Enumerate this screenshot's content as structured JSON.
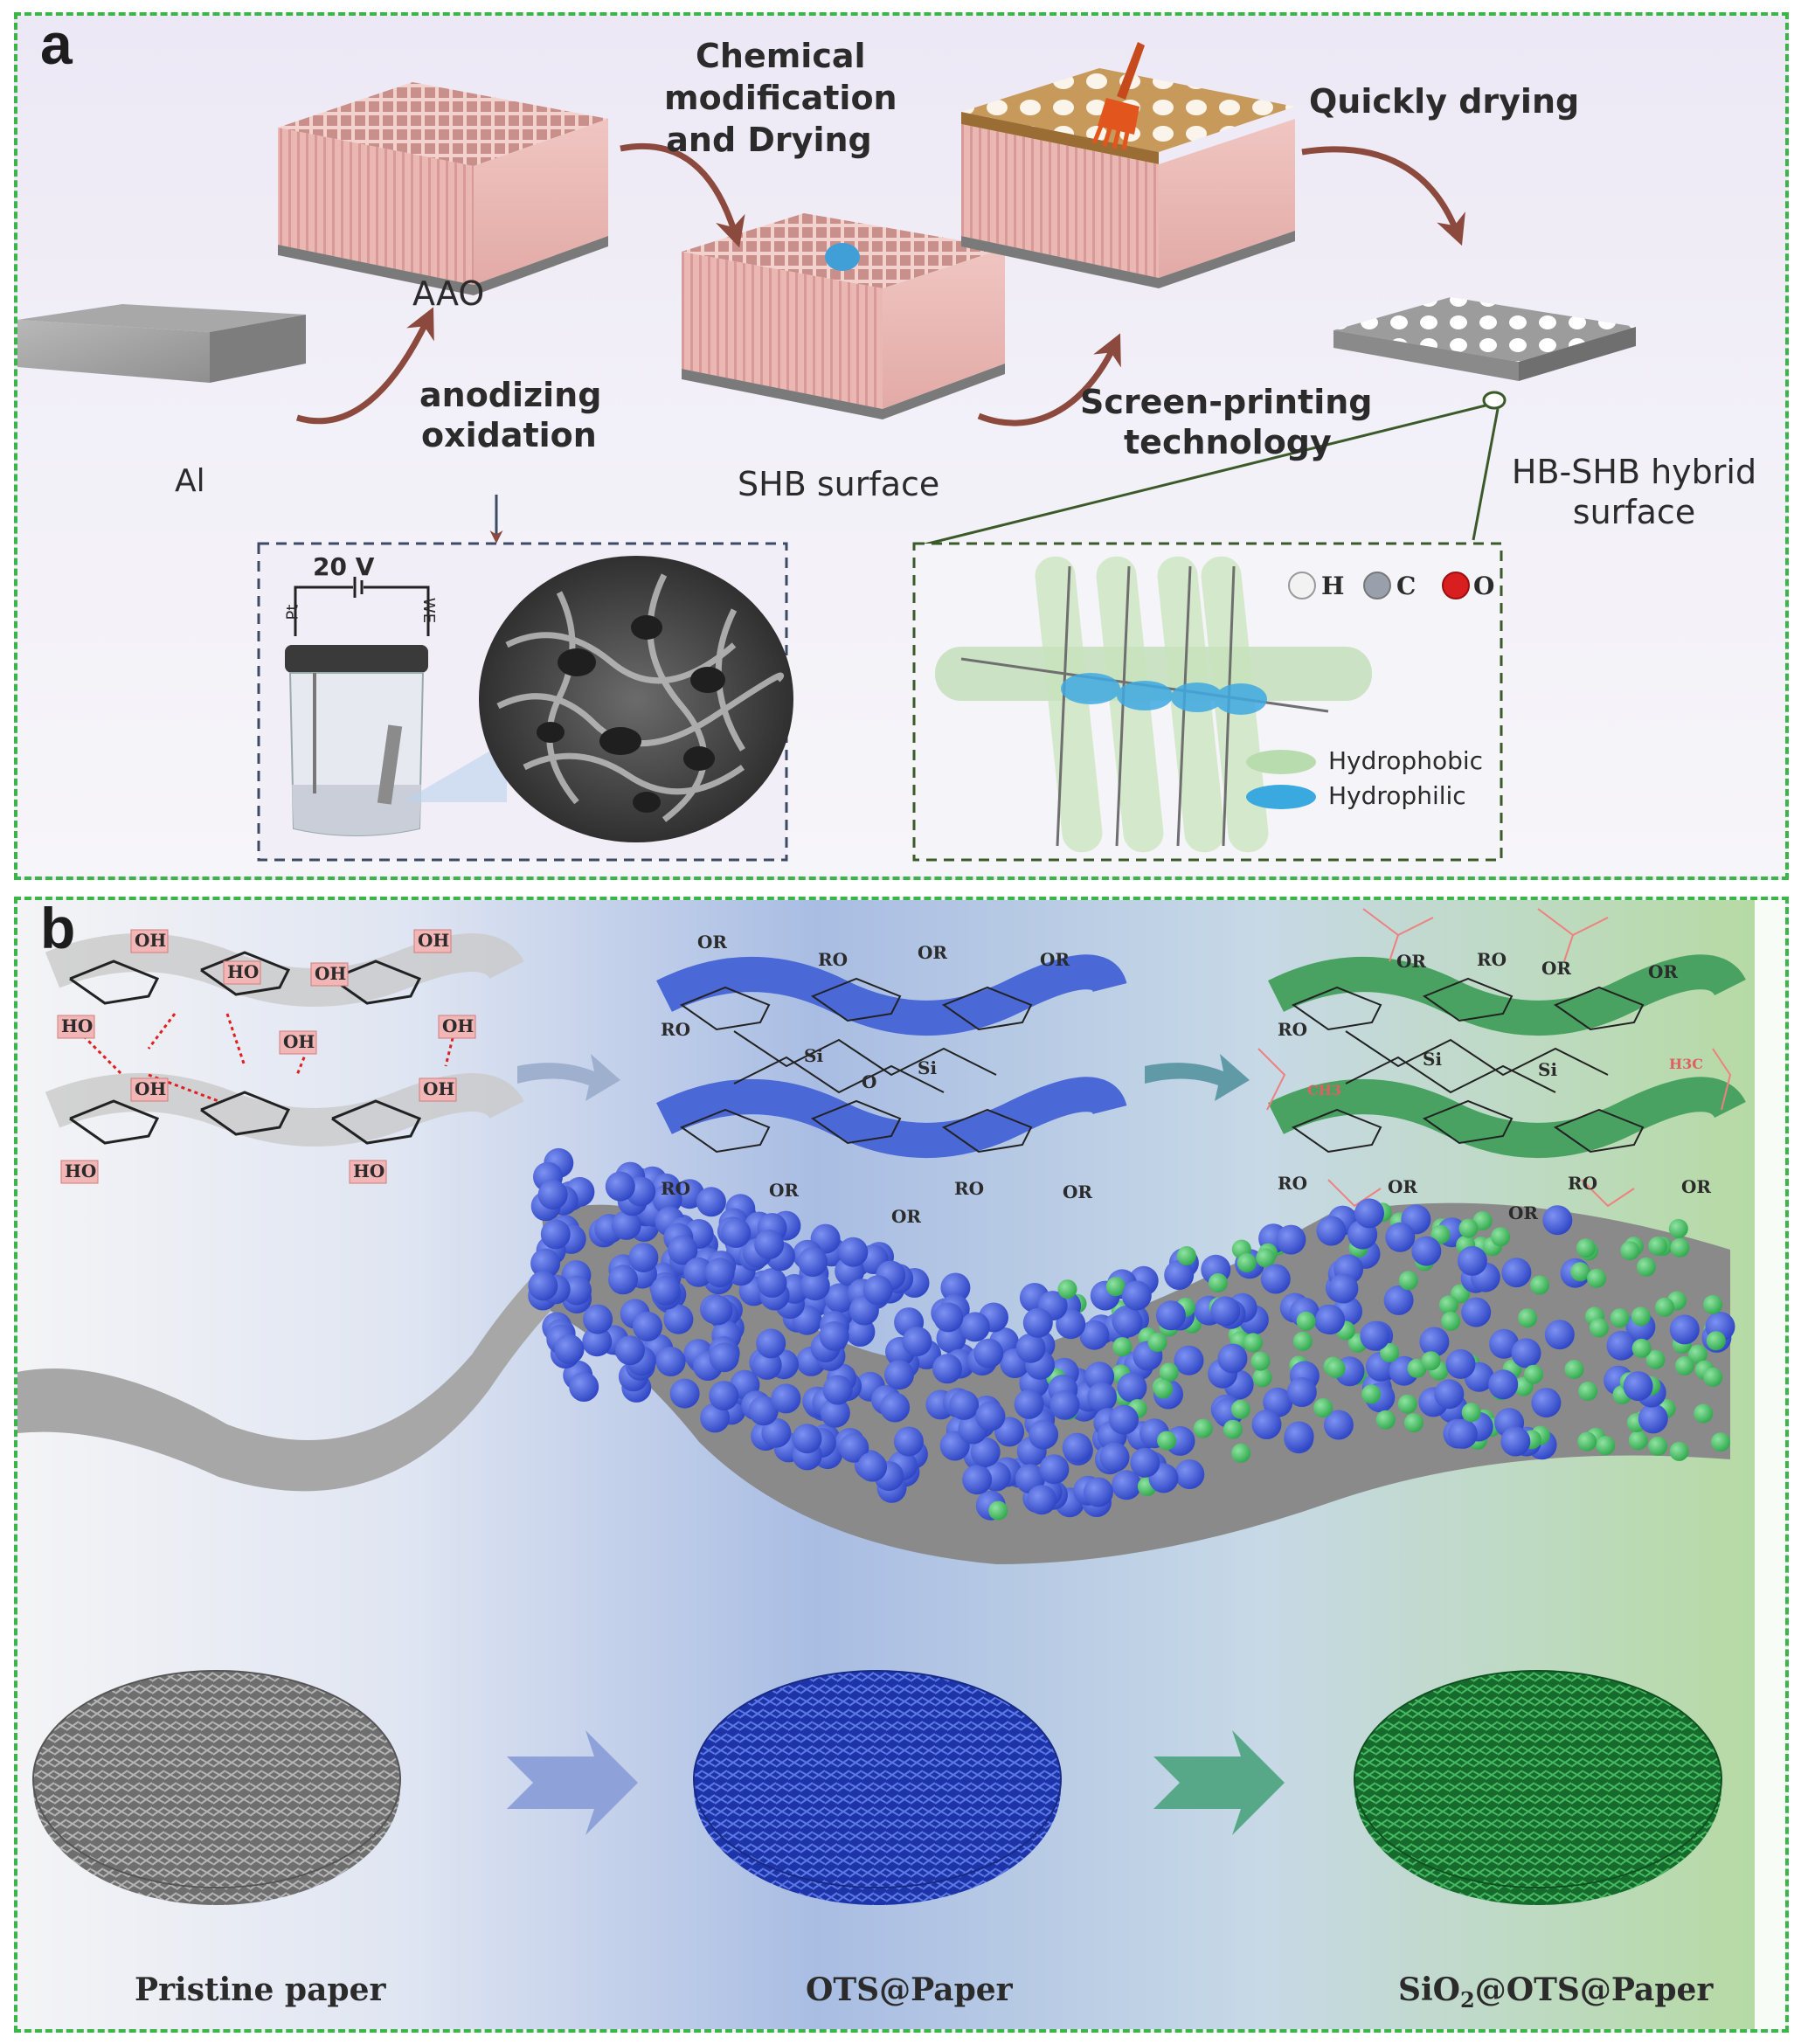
{
  "panel_a": {
    "letter": "a",
    "labels": {
      "al": "Al",
      "aao": "AAO",
      "anodizing": "anodizing",
      "oxidation": "oxidation",
      "chem_line1": "Chemical",
      "chem_line2": "modification",
      "chem_line3": "and Drying",
      "shb_surface": "SHB surface",
      "quickly_drying": "Quickly drying",
      "screen_line1": "Screen-printing",
      "screen_line2": "technology",
      "hybrid_line1": "HB-SHB hybrid",
      "hybrid_line2": "surface"
    },
    "inset_left": {
      "voltage": "20 V",
      "pt": "Pt",
      "we": "WE"
    },
    "inset_right": {
      "atoms": [
        {
          "symbol": "H",
          "color": "#f4f4f4"
        },
        {
          "symbol": "C",
          "color": "#9aa0ab"
        },
        {
          "symbol": "O",
          "color": "#d81e1e"
        }
      ],
      "legend": [
        {
          "label": "Hydrophobic",
          "color": "#b9dcae"
        },
        {
          "label": "Hydrophilic",
          "color": "#3aa9e0"
        }
      ]
    }
  },
  "panel_b": {
    "letter": "b",
    "chem_groups": {
      "hydroxyl": "OH",
      "ho": "HO",
      "or": "OR",
      "ro": "RO",
      "si": "Si",
      "o": "O",
      "ch3": "CH3",
      "h3c": "H3C"
    },
    "papers": [
      {
        "name": "Pristine paper",
        "color": "#7a7a7a"
      },
      {
        "name": "OTS@Paper",
        "color": "#2b48c9"
      },
      {
        "name_main": "SiO",
        "name_sub": "2",
        "name_rest": "@OTS@Paper",
        "color": "#1f8f3c"
      }
    ]
  },
  "colors": {
    "border": "#3bb54a",
    "aao_pink": "#e8b8b4",
    "arrow_brown": "#8c4a3e",
    "blue_sphere": "#3d56d6",
    "green_sphere": "#3fba5a"
  }
}
